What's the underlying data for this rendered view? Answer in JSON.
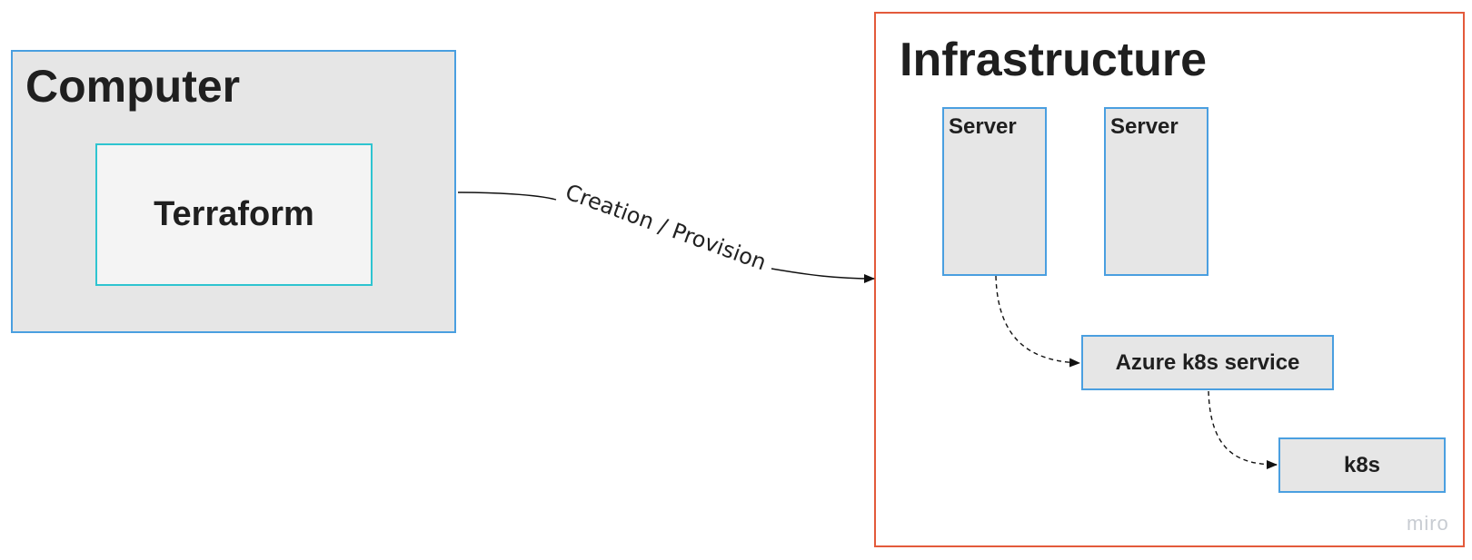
{
  "frames": {
    "computer": {
      "title": "Computer"
    },
    "infrastructure": {
      "title": "Infrastructure"
    }
  },
  "nodes": {
    "terraform": "Terraform",
    "server_1": "Server",
    "server_2": "Server",
    "azure_service": "Azure k8s service",
    "k8s": "k8s"
  },
  "edges": {
    "provision_label": "Creation / Provision"
  },
  "watermark": "miro",
  "colors": {
    "frame_computer_border": "#4a9fe0",
    "frame_infra_border": "#e35a3b",
    "node_fill": "#e6e6e6",
    "terraform_border": "#2ec4d0"
  }
}
